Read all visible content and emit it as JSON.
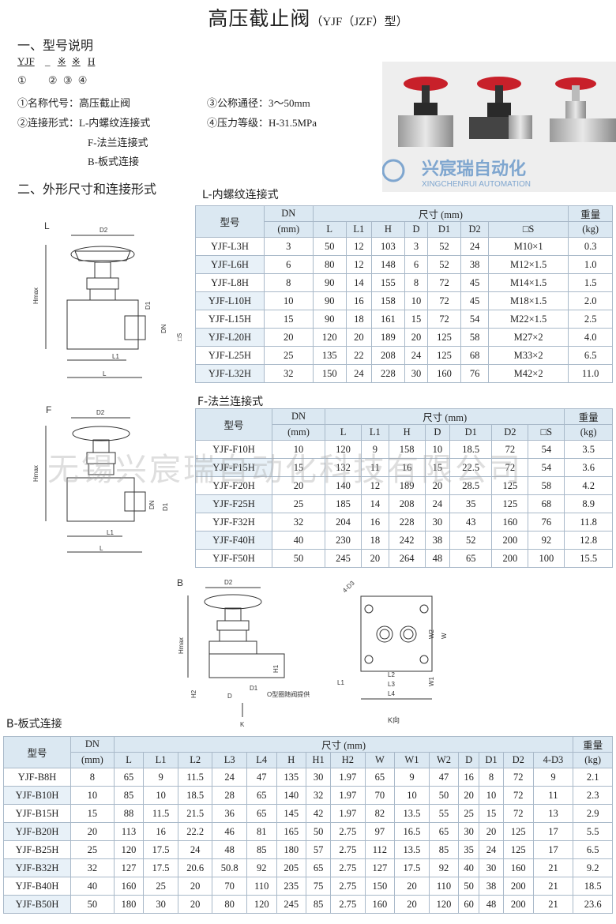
{
  "title": {
    "main": "高压截止阀",
    "sub": "（YJF（JZF）型）"
  },
  "section1": {
    "heading": "一、型号说明",
    "code": [
      "YJF",
      "_",
      "※",
      "※",
      "H"
    ],
    "code_nums": [
      "①",
      "②",
      "③",
      "④"
    ],
    "items": [
      "①名称代号：高压截止阀",
      "③公称通径：3～50mm",
      "②连接形式：L-内螺纹连接式",
      "④压力等级：H-31.5MPa",
      "F-法兰连接式",
      "B-板式连接"
    ]
  },
  "brand": {
    "name": "兴宸瑞自动化",
    "en": "XINGCHENRUI AUTOMATION"
  },
  "section2": {
    "heading": "二、外形尺寸和连接形式"
  },
  "watermark": "无锡兴宸瑞自动化科技有限公司",
  "drawings": {
    "L": {
      "label": "L",
      "dims": [
        "D2",
        "Hmax",
        "D1",
        "DN",
        "□S",
        "L1",
        "L"
      ]
    },
    "F": {
      "label": "F",
      "dims": [
        "D2",
        "Hmax",
        "DN",
        "D1",
        "L1",
        "L"
      ]
    },
    "B": {
      "label": "B",
      "dims": [
        "D2",
        "Hmax",
        "H1",
        "H2",
        "D",
        "D1",
        "K"
      ],
      "note": "O型圈随阀提供"
    },
    "K": {
      "dims": [
        "4-D3",
        "W2",
        "W",
        "W1",
        "L2",
        "L3",
        "L4",
        "L1"
      ],
      "caption": "K向"
    }
  },
  "table_L": {
    "caption": "L-内螺纹连接式",
    "h_model": "型号",
    "h_dn": "DN",
    "h_dn_unit": "(mm)",
    "h_size": "尺寸 (mm)",
    "h_weight": "重量",
    "h_weight_unit": "(kg)",
    "cols": [
      "L",
      "L1",
      "H",
      "D",
      "D1",
      "D2",
      "□S"
    ],
    "rows": [
      [
        "YJF-L3H",
        "3",
        "50",
        "12",
        "103",
        "3",
        "52",
        "24",
        "M10×1",
        "0.3"
      ],
      [
        "YJF-L6H",
        "6",
        "80",
        "12",
        "148",
        "6",
        "52",
        "38",
        "M12×1.5",
        "1.0"
      ],
      [
        "YJF-L8H",
        "8",
        "90",
        "14",
        "155",
        "8",
        "72",
        "45",
        "M14×1.5",
        "1.5"
      ],
      [
        "YJF-L10H",
        "10",
        "90",
        "16",
        "158",
        "10",
        "72",
        "45",
        "M18×1.5",
        "2.0"
      ],
      [
        "YJF-L15H",
        "15",
        "90",
        "18",
        "161",
        "15",
        "72",
        "54",
        "M22×1.5",
        "2.5"
      ],
      [
        "YJF-L20H",
        "20",
        "120",
        "20",
        "189",
        "20",
        "125",
        "58",
        "M27×2",
        "4.0"
      ],
      [
        "YJF-L25H",
        "25",
        "135",
        "22",
        "208",
        "24",
        "125",
        "68",
        "M33×2",
        "6.5"
      ],
      [
        "YJF-L32H",
        "32",
        "150",
        "24",
        "228",
        "30",
        "160",
        "76",
        "M42×2",
        "11.0"
      ]
    ]
  },
  "table_F": {
    "caption": "F-法兰连接式",
    "h_model": "型号",
    "h_dn": "DN",
    "h_dn_unit": "(mm)",
    "h_size": "尺寸 (mm)",
    "h_weight": "重量",
    "h_weight_unit": "(kg)",
    "cols": [
      "L",
      "L1",
      "H",
      "D",
      "D1",
      "D2",
      "□S"
    ],
    "rows": [
      [
        "YJF-F10H",
        "10",
        "120",
        "9",
        "158",
        "10",
        "18.5",
        "72",
        "54",
        "3.5"
      ],
      [
        "YJF-F15H",
        "15",
        "132",
        "11",
        "16",
        "15",
        "22.5",
        "72",
        "54",
        "3.6"
      ],
      [
        "YJF-F20H",
        "20",
        "140",
        "12",
        "189",
        "20",
        "28.5",
        "125",
        "58",
        "4.2"
      ],
      [
        "YJF-F25H",
        "25",
        "185",
        "14",
        "208",
        "24",
        "35",
        "125",
        "68",
        "8.9"
      ],
      [
        "YJF-F32H",
        "32",
        "204",
        "16",
        "228",
        "30",
        "43",
        "160",
        "76",
        "11.8"
      ],
      [
        "YJF-F40H",
        "40",
        "230",
        "18",
        "242",
        "38",
        "52",
        "200",
        "92",
        "12.8"
      ],
      [
        "YJF-F50H",
        "50",
        "245",
        "20",
        "264",
        "48",
        "65",
        "200",
        "100",
        "15.5"
      ]
    ]
  },
  "table_B": {
    "caption": "B-板式连接",
    "h_model": "型号",
    "h_dn": "DN",
    "h_dn_unit": "(mm)",
    "h_size": "尺寸 (mm)",
    "h_weight": "重量",
    "h_weight_unit": "(kg)",
    "cols": [
      "L",
      "L1",
      "L2",
      "L3",
      "L4",
      "H",
      "H1",
      "H2",
      "W",
      "W1",
      "W2",
      "D",
      "D1",
      "D2",
      "4-D3"
    ],
    "rows": [
      [
        "YJF-B8H",
        "8",
        "65",
        "9",
        "11.5",
        "24",
        "47",
        "135",
        "30",
        "1.97",
        "65",
        "9",
        "47",
        "16",
        "8",
        "72",
        "9",
        "2.1"
      ],
      [
        "YJF-B10H",
        "10",
        "85",
        "10",
        "18.5",
        "28",
        "65",
        "140",
        "32",
        "1.97",
        "70",
        "10",
        "50",
        "20",
        "10",
        "72",
        "11",
        "2.3"
      ],
      [
        "YJF-B15H",
        "15",
        "88",
        "11.5",
        "21.5",
        "36",
        "65",
        "145",
        "42",
        "1.97",
        "82",
        "13.5",
        "55",
        "25",
        "15",
        "72",
        "13",
        "2.9"
      ],
      [
        "YJF-B20H",
        "20",
        "113",
        "16",
        "22.2",
        "46",
        "81",
        "165",
        "50",
        "2.75",
        "97",
        "16.5",
        "65",
        "30",
        "20",
        "125",
        "17",
        "5.5"
      ],
      [
        "YJF-B25H",
        "25",
        "120",
        "17.5",
        "24",
        "48",
        "85",
        "180",
        "57",
        "2.75",
        "112",
        "13.5",
        "85",
        "35",
        "24",
        "125",
        "17",
        "6.5"
      ],
      [
        "YJF-B32H",
        "32",
        "127",
        "17.5",
        "20.6",
        "50.8",
        "92",
        "205",
        "65",
        "2.75",
        "127",
        "17.5",
        "92",
        "40",
        "30",
        "160",
        "21",
        "9.2"
      ],
      [
        "YJF-B40H",
        "40",
        "160",
        "25",
        "20",
        "70",
        "110",
        "235",
        "75",
        "2.75",
        "150",
        "20",
        "110",
        "50",
        "38",
        "200",
        "21",
        "18.5"
      ],
      [
        "YJF-B50H",
        "50",
        "180",
        "30",
        "20",
        "80",
        "120",
        "245",
        "85",
        "2.75",
        "160",
        "20",
        "120",
        "60",
        "48",
        "200",
        "21",
        "23.6"
      ]
    ]
  }
}
